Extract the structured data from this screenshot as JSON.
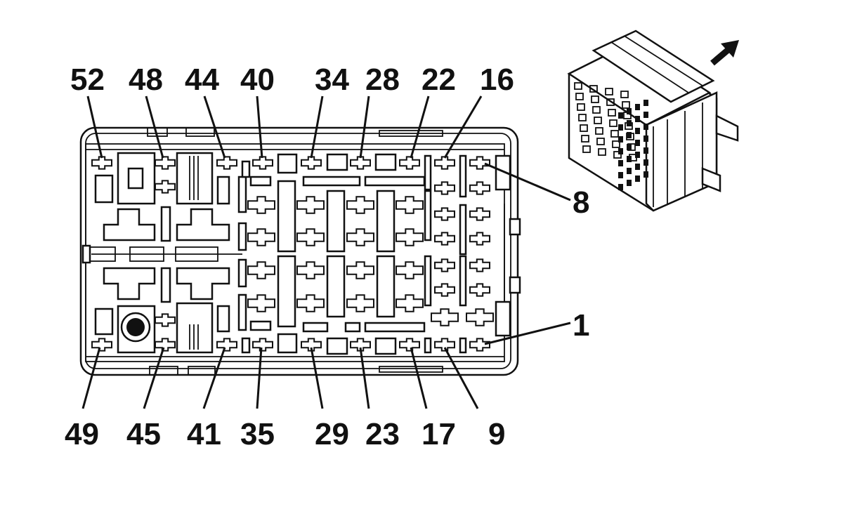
{
  "diagram": {
    "kind": "connector-face-view",
    "pin_labels_top": [
      "52",
      "48",
      "44",
      "40",
      "34",
      "28",
      "22",
      "16"
    ],
    "pin_labels_bottom": [
      "49",
      "45",
      "41",
      "35",
      "29",
      "23",
      "17",
      "9"
    ],
    "pin_labels_right": [
      "8",
      "1"
    ],
    "arrow_icon": "arrow-up-right-icon",
    "connector_icon": "connector-3d-icon"
  }
}
